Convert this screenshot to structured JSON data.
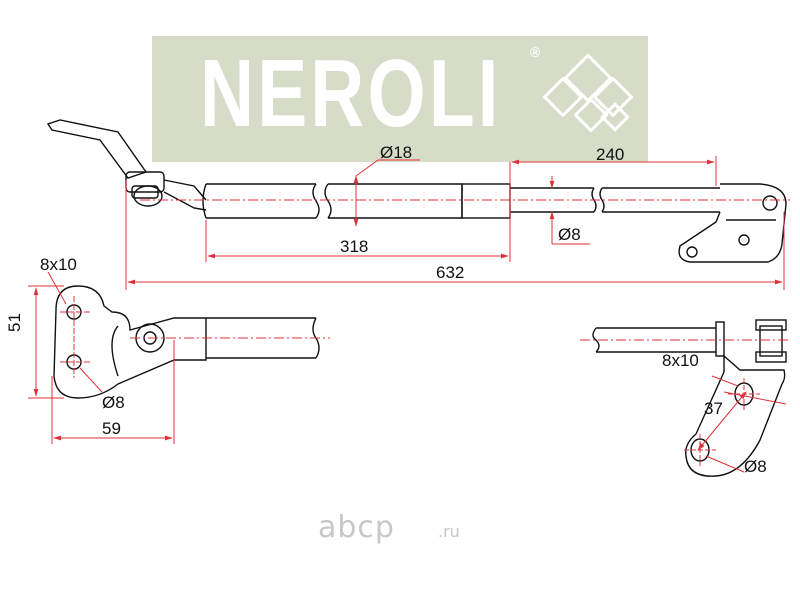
{
  "brand": {
    "name": "NEROLI",
    "registered": "®"
  },
  "dimensions": {
    "rod_diameter": "Ø18",
    "extended_length_part": "240",
    "body_length": "318",
    "piston_diameter": "Ø8",
    "total_length": "632",
    "left_slot": "8x10",
    "left_height": "51",
    "left_hole_diameter": "Ø8",
    "left_width": "59",
    "right_slot": "8x10",
    "right_spacing": "37",
    "right_hole_diameter": "Ø8"
  },
  "footer": {
    "site": "abcp",
    "suffix": ".ru"
  },
  "colors": {
    "logo_background": "#d6dcc7",
    "dimension_line": "#e0303a",
    "outline": "#111111"
  }
}
